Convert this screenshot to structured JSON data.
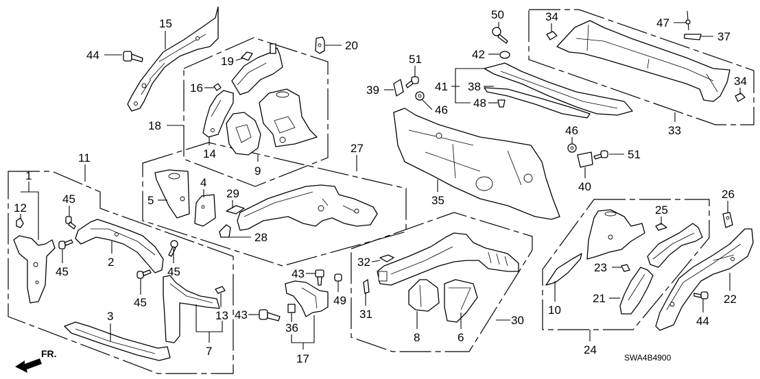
{
  "diagram": {
    "title": "Front bulkhead / dashboard / wheelhouse parts diagram",
    "code": "SWA4B4900",
    "direction_label": "FR.",
    "callouts": [
      {
        "id": "c15",
        "label": "15"
      },
      {
        "id": "c44a",
        "label": "44"
      },
      {
        "id": "c19",
        "label": "19"
      },
      {
        "id": "c20",
        "label": "20"
      },
      {
        "id": "c16",
        "label": "16"
      },
      {
        "id": "c18",
        "label": "18"
      },
      {
        "id": "c14",
        "label": "14"
      },
      {
        "id": "c9",
        "label": "9"
      },
      {
        "id": "c27",
        "label": "27"
      },
      {
        "id": "c11",
        "label": "11"
      },
      {
        "id": "c1",
        "label": "1"
      },
      {
        "id": "c12",
        "label": "12"
      },
      {
        "id": "c45a",
        "label": "45"
      },
      {
        "id": "c45b",
        "label": "45"
      },
      {
        "id": "c45c",
        "label": "45"
      },
      {
        "id": "c45d",
        "label": "45"
      },
      {
        "id": "c2",
        "label": "2"
      },
      {
        "id": "c3",
        "label": "3"
      },
      {
        "id": "c7",
        "label": "7"
      },
      {
        "id": "c13",
        "label": "13"
      },
      {
        "id": "c5",
        "label": "5"
      },
      {
        "id": "c4",
        "label": "4"
      },
      {
        "id": "c29",
        "label": "29"
      },
      {
        "id": "c28",
        "label": "28"
      },
      {
        "id": "c43a",
        "label": "43"
      },
      {
        "id": "c43b",
        "label": "43"
      },
      {
        "id": "c49",
        "label": "49"
      },
      {
        "id": "c36",
        "label": "36"
      },
      {
        "id": "c17",
        "label": "17"
      },
      {
        "id": "c32",
        "label": "32"
      },
      {
        "id": "c31",
        "label": "31"
      },
      {
        "id": "c8",
        "label": "8"
      },
      {
        "id": "c6",
        "label": "6"
      },
      {
        "id": "c30",
        "label": "30"
      },
      {
        "id": "c50",
        "label": "50"
      },
      {
        "id": "c42",
        "label": "42"
      },
      {
        "id": "c51a",
        "label": "51"
      },
      {
        "id": "c39",
        "label": "39"
      },
      {
        "id": "c41",
        "label": "41"
      },
      {
        "id": "c38",
        "label": "38"
      },
      {
        "id": "c46a",
        "label": "46"
      },
      {
        "id": "c48",
        "label": "48"
      },
      {
        "id": "c35",
        "label": "35"
      },
      {
        "id": "c34a",
        "label": "34"
      },
      {
        "id": "c47",
        "label": "47"
      },
      {
        "id": "c37",
        "label": "37"
      },
      {
        "id": "c34b",
        "label": "34"
      },
      {
        "id": "c33",
        "label": "33"
      },
      {
        "id": "c46b",
        "label": "46"
      },
      {
        "id": "c51b",
        "label": "51"
      },
      {
        "id": "c40",
        "label": "40"
      },
      {
        "id": "c26",
        "label": "26"
      },
      {
        "id": "c25",
        "label": "25"
      },
      {
        "id": "c23",
        "label": "23"
      },
      {
        "id": "c10",
        "label": "10"
      },
      {
        "id": "c21",
        "label": "21"
      },
      {
        "id": "c22",
        "label": "22"
      },
      {
        "id": "c44b",
        "label": "44"
      },
      {
        "id": "c24",
        "label": "24"
      }
    ]
  }
}
